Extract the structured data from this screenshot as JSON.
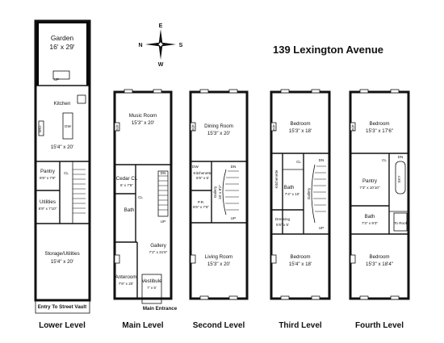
{
  "address": "139 Lexington Avenue",
  "compass": {
    "north": "N",
    "south": "S",
    "east": "E",
    "west": "W"
  },
  "levels": {
    "lower": {
      "name": "Lower Level",
      "garden_label": "Garden",
      "garden_dim": "16' x 29'",
      "kitchen_label": "Kitchen",
      "kitchen_dim": "15'4\" x 20'",
      "pantry_label": "Pantry",
      "pantry_dim": "6'9\" x 7'8\"",
      "cl_label": "CL",
      "utilities_label": "Utilities",
      "utilities_dim": "6'9\" x 7'10\"",
      "storage_label": "Storage/Utilities",
      "storage_dim": "15'4\" x 20'",
      "vault_label": "Entry To Street Vault",
      "up_label": "UP",
      "wd_label": "W/D",
      "dw_label": "DW"
    },
    "main": {
      "name": "Main Level",
      "music_label": "Music Room",
      "music_dim": "15'3\" x 20'",
      "cedar_label": "Cedar CL",
      "cedar_dim": "6' x 7'6\"",
      "bath_label": "Bath",
      "cl_label": "CL",
      "gallery_label": "Gallery",
      "gallery_dim": "7'2\" x 31'6\"",
      "anteroom_label": "Anteroom",
      "anteroom_dim": "7'8\" x 20'",
      "vestibule_label": "Vestibule",
      "vestibule_dim": "7' x 5'",
      "entrance_label": "Main Entrance",
      "fp_label": "F/P",
      "dn_label": "DN",
      "up_label": "UP"
    },
    "second": {
      "name": "Second Level",
      "dining_label": "Dining Room",
      "dining_dim": "15'3\" x 20'",
      "kitchenette_label": "Kitchenette",
      "kitchenette_dim": "6'6\" x 6'",
      "gallery_label": "Gallery",
      "gallery_dim": "18' x 8'2\"",
      "pr_label": "P.R.",
      "pr_dim": "6'6\" x 7'6\"",
      "living_label": "Living Room",
      "living_dim": "15'3\" x 20'",
      "fp_label": "F/P",
      "dw_label": "DW",
      "dn_label": "DN",
      "up_label": "UP"
    },
    "third": {
      "name": "Third Level",
      "bed1_label": "Bedroom",
      "bed1_dim": "15'3\" x 18'",
      "kitchenette_label": "Kitchenette",
      "bath_label": "Bath",
      "bath_dim": "7'4\" x 10'",
      "gallery_label": "Gallery",
      "dressing_label": "Dressing",
      "dressing_dim": "5'6\" x 5'",
      "bed2_label": "Bedroom",
      "bed2_dim": "15'4\" x 18'",
      "cl_label": "CL",
      "fp_label": "F/P",
      "dn_label": "DN",
      "up_label": "UP"
    },
    "fourth": {
      "name": "Fourth Level",
      "bed1_label": "Bedroom",
      "bed1_dim": "15'3\" x 17'6\"",
      "pantry_label": "Pantry",
      "pantry_dim": "7'3\" x 10'10\"",
      "bath_label": "Bath",
      "bath_dim": "7'3\" x 9'3\"",
      "roof_label": "To Roof",
      "bed2_label": "Bedroom",
      "bed2_dim": "15'3\" x 18'4\"",
      "cl_label": "CL",
      "fp_label": "F/P",
      "sky_label": "SKY",
      "dn_label": "DN"
    }
  }
}
